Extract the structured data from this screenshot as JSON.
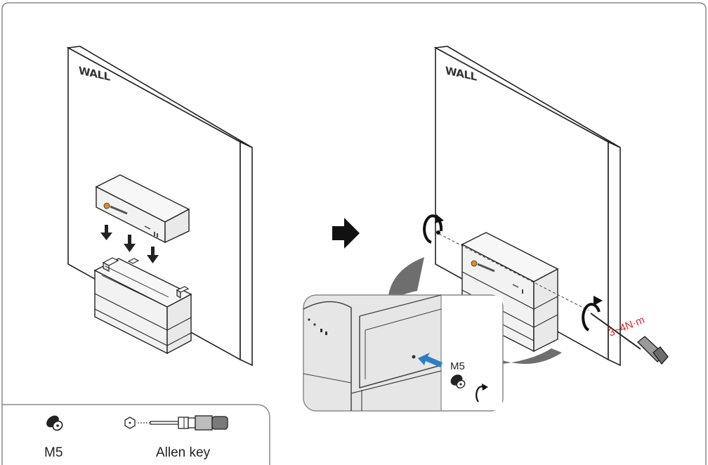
{
  "left_scene": {
    "wall_label": "WALL"
  },
  "right_scene": {
    "wall_label": "WALL",
    "torque_label": "3~4N·m",
    "detail_screw_label": "M5"
  },
  "tools_legend": {
    "items": [
      {
        "label": "M5",
        "icon": "m5-screw-icon"
      },
      {
        "label": "Allen key",
        "icon": "allen-key-icon"
      }
    ]
  },
  "colors": {
    "frame_border": "#8a8a8a",
    "line_dark": "#222222",
    "battery_fill": "#f2f2f2",
    "zoom_background": "#e6e6e6",
    "torque_red": "#d7262d",
    "pointer_blue": "#2e7fc1",
    "transition_arrow": "#111111",
    "connector_gray": "#6e6e6e"
  }
}
